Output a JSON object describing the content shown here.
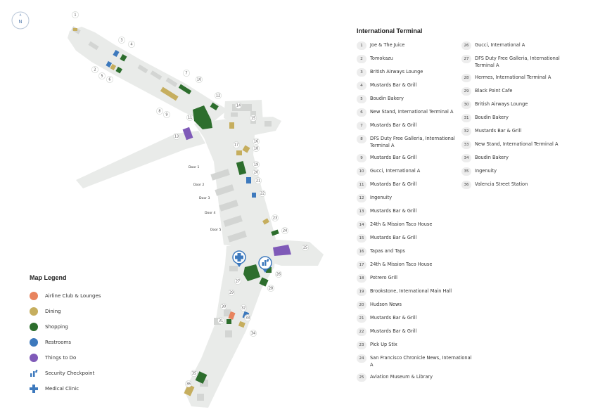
{
  "terminal": {
    "title": "International Terminal",
    "directory": [
      {
        "n": "1",
        "name": "Joe & The Juice"
      },
      {
        "n": "2",
        "name": "Tomokazu"
      },
      {
        "n": "3",
        "name": "British Airways Lounge"
      },
      {
        "n": "4",
        "name": "Mustards Bar & Grill"
      },
      {
        "n": "5",
        "name": "Boudin Bakery"
      },
      {
        "n": "6",
        "name": "New Stand, International Terminal A"
      },
      {
        "n": "7",
        "name": "Mustards Bar & Grill"
      },
      {
        "n": "8",
        "name": "DFS Duty Free Galleria, International Terminal A"
      },
      {
        "n": "9",
        "name": "Mustards Bar & Grill"
      },
      {
        "n": "10",
        "name": "Gucci, International A"
      },
      {
        "n": "11",
        "name": "Mustards Bar & Grill"
      },
      {
        "n": "12",
        "name": "Ingenuity"
      },
      {
        "n": "13",
        "name": "Mustards Bar & Grill"
      },
      {
        "n": "14",
        "name": "24th & Mission Taco House"
      },
      {
        "n": "15",
        "name": "Mustards Bar & Grill"
      },
      {
        "n": "16",
        "name": "Tapas and Taps"
      },
      {
        "n": "17",
        "name": "24th & Mission Taco House"
      },
      {
        "n": "18",
        "name": "Potrero Grill"
      },
      {
        "n": "19",
        "name": "Brookstone, International Main Hall"
      },
      {
        "n": "20",
        "name": "Hudson News"
      },
      {
        "n": "21",
        "name": "Mustards Bar & Grill"
      },
      {
        "n": "22",
        "name": "Mustards Bar & Grill"
      },
      {
        "n": "23",
        "name": "Pick Up Stix"
      },
      {
        "n": "24",
        "name": "San Francisco Chronicle News, International A"
      },
      {
        "n": "25",
        "name": "Aviation Museum & Library"
      },
      {
        "n": "26",
        "name": "Gucci, International A"
      },
      {
        "n": "27",
        "name": "DFS Duty Free Galleria, International Terminal A"
      },
      {
        "n": "28",
        "name": "Hermes, International Terminal A"
      },
      {
        "n": "29",
        "name": "Black Point Cafe"
      },
      {
        "n": "30",
        "name": "British Airways Lounge"
      },
      {
        "n": "31",
        "name": "Boudin Bakery"
      },
      {
        "n": "32",
        "name": "Mustards Bar & Grill"
      },
      {
        "n": "33",
        "name": "New Stand, International Terminal A"
      },
      {
        "n": "34",
        "name": "Boudin Bakery"
      },
      {
        "n": "35",
        "name": "Ingenuity"
      },
      {
        "n": "36",
        "name": "Valencia Street Station"
      }
    ]
  },
  "legend": {
    "title": "Map Legend",
    "items": [
      {
        "label": "Airline Club & Lounges",
        "color": "#e8845e",
        "icon": "dot"
      },
      {
        "label": "Dining",
        "color": "#c6ae5e",
        "icon": "dot"
      },
      {
        "label": "Shopping",
        "color": "#2d6e2d",
        "icon": "dot"
      },
      {
        "label": "Restrooms",
        "color": "#3d79bd",
        "icon": "dot"
      },
      {
        "label": "Things to Do",
        "color": "#7f5ab8",
        "icon": "dot"
      },
      {
        "label": "Security Checkpoint",
        "color": "#3d79bd",
        "icon": "security-icon"
      },
      {
        "label": "Medical Clinic",
        "color": "#3d79bd",
        "icon": "medical-cross-icon"
      }
    ]
  },
  "compass": {
    "label": "N",
    "sub": "A"
  },
  "doors": [
    "Door 1",
    "Door 2",
    "Door 3",
    "Door 4",
    "Door 5"
  ],
  "map_numbers": [
    "1",
    "2",
    "3",
    "4",
    "5",
    "6",
    "7",
    "8",
    "9",
    "10",
    "11",
    "12",
    "13",
    "14",
    "15",
    "16",
    "17",
    "18",
    "19",
    "20",
    "21",
    "22",
    "23",
    "24",
    "25",
    "26",
    "27",
    "28",
    "29",
    "30",
    "31",
    "32",
    "33",
    "34",
    "35",
    "36"
  ],
  "colors": {
    "floor": "#e9ebe9",
    "block": "#d3d5d3",
    "lounge": "#e8845e",
    "dining": "#c6ae5e",
    "shopping": "#2d6e2d",
    "restroom": "#3d79bd",
    "todo": "#7f5ab8"
  }
}
